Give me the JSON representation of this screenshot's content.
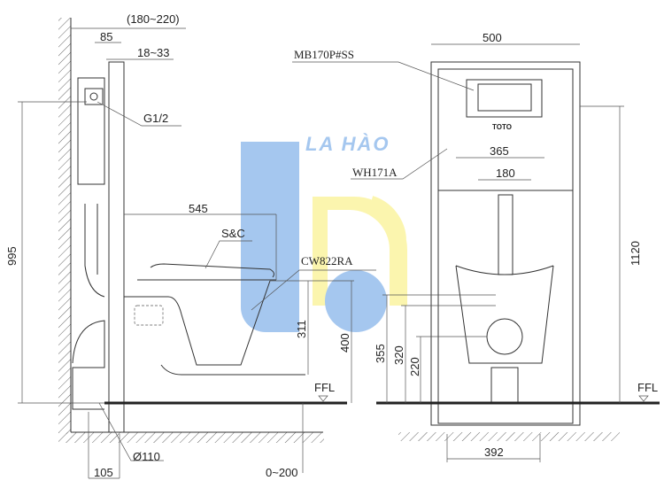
{
  "side_view": {
    "dim_top_depth": "(180~220)",
    "dim_frame": "85",
    "dim_panel": "18~33",
    "water_inlet": "G1/2",
    "dim_height_inlet": "995",
    "dim_projection": "545",
    "seat_label": "S&C",
    "bowl_label": "CW822RA",
    "dim_bowl_bottom": "311",
    "dim_seat_height": "400",
    "floor_label": "FFL",
    "drain_label": "Ø110",
    "dim_drain_offset": "105",
    "dim_floor_buildup": "0~200"
  },
  "front_view": {
    "dim_frame_width": "500",
    "plate_label": "MB170P#SS",
    "plate_brand": "TOTO",
    "frame_label": "WH171A",
    "dim_bolts_outer": "365",
    "dim_bolts_inner": "180",
    "dim_frame_height": "1120",
    "dim_355": "355",
    "dim_320": "320",
    "dim_220": "220",
    "floor_label": "FFL",
    "dim_feet": "392"
  },
  "watermark": {
    "text": "LA HÀO",
    "blue": "#9cc2ee",
    "yellow": "#fbf4a6"
  }
}
